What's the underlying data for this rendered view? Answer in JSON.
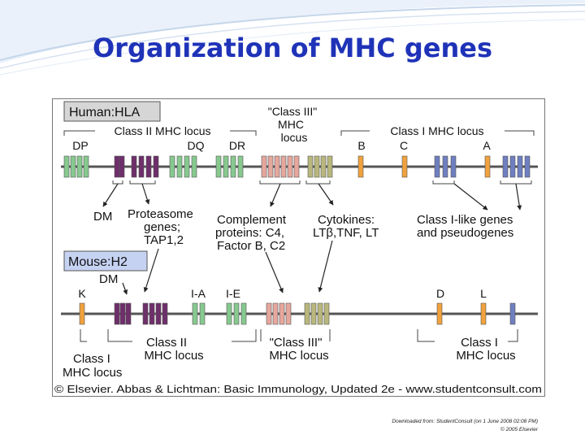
{
  "slide": {
    "title": "Organization of MHC genes"
  },
  "diagram": {
    "human_box": "Human:HLA",
    "mouse_box": "Mouse:H2",
    "human": {
      "class3_header": [
        "\"Class III\"",
        "MHC",
        "locus"
      ],
      "class2_locus": "Class II MHC locus",
      "class1_locus": "Class I MHC locus",
      "gene_labels": {
        "dp": "DP",
        "dq": "DQ",
        "dr": "DR",
        "b": "B",
        "c": "C",
        "a": "A"
      }
    },
    "notes": {
      "dm": "DM",
      "proteasome": [
        "Proteasome",
        "genes;",
        "TAP1,2"
      ],
      "complement": [
        "Complement",
        "proteins: C4,",
        "Factor B, C2"
      ],
      "cytokines": [
        "Cytokines:",
        "LTβ,TNF, LT"
      ],
      "class1_like": [
        "Class I-like genes",
        "and pseudogenes"
      ]
    },
    "mouse": {
      "dm": "DM",
      "gene_labels": {
        "k": "K",
        "ia": "I-A",
        "ie": "I-E",
        "d": "D",
        "l": "L"
      },
      "class1_k": [
        "Class I",
        "MHC locus"
      ],
      "class2_locus": [
        "Class II",
        "MHC locus"
      ],
      "class3_locus": [
        "\"Class III\"",
        "MHC locus"
      ],
      "class1_locus": [
        "Class I",
        "MHC locus"
      ]
    },
    "copyright": "© Elsevier. Abbas & Lichtman: Basic Immunology, Updated 2e - www.studentconsult.com"
  },
  "footer": {
    "line1": "Downloaded from: StudentConsult (on 1 June 2008 02:08 PM)",
    "line2": "© 2005 Elsevier"
  },
  "colors": {
    "title": "#1f33b8",
    "class2_gene": "#6e2f6b",
    "class2_alt_gene": "#87c98f",
    "complement_gene": "#e6a79d",
    "cytokine_gene": "#b9b77d",
    "class1_gene": "#f0a23e",
    "class1_like_gene": "#6f7fc0",
    "human_box": "#d6d6d6",
    "mouse_box": "#c6d2f2"
  }
}
